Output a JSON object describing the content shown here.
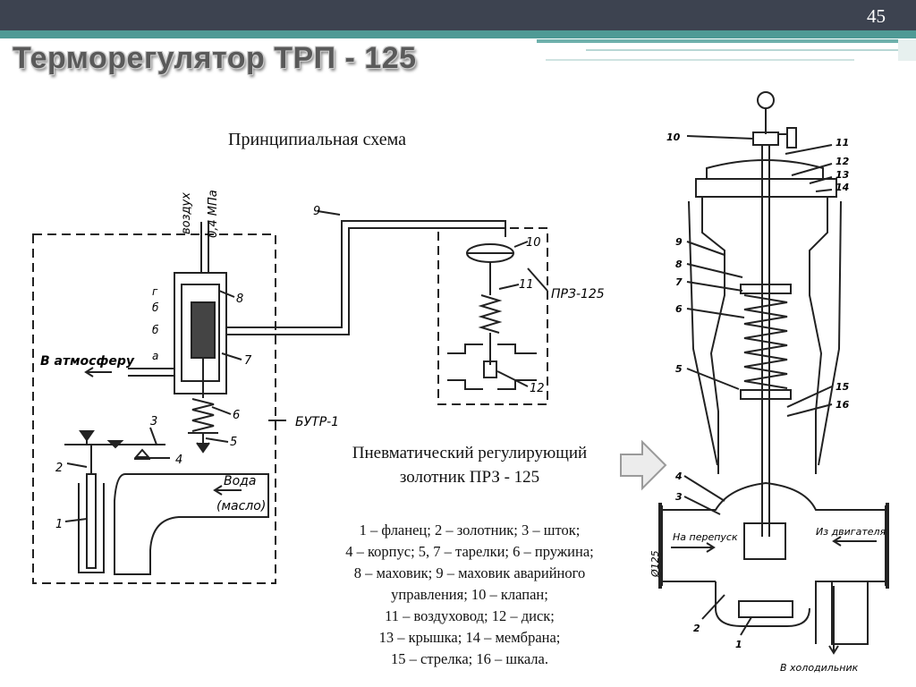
{
  "slide": {
    "page_number": "45",
    "title": "Терморегулятор ТРП - 125",
    "subtitle": "Принципиальная схема",
    "right_caption_lines": [
      "Пневматический регулирующий",
      "золотник ПРЗ - 125"
    ],
    "legend_lines": [
      "1 – фланец; 2 – золотник; 3 – шток;",
      "4 – корпус; 5, 7 – тарелки; 6 – пружина;",
      "8 – маховик; 9 – маховик аварийного",
      "управления; 10 – клапан;",
      "11 – воздуховод; 12 – диск;",
      "13 – крышка; 14 – мембрана;",
      "15 – стрелка; 16 – шкала."
    ]
  },
  "left_diagram": {
    "air_label_1": "воздух",
    "air_label_2": "0,4 МПа",
    "atmosphere_label": "В атмосферу",
    "water_label": "Вода",
    "oil_label": "(масло)",
    "butr_label": "БУТР-1",
    "prz_label": "ПРЗ-125",
    "letters": [
      "г",
      "б",
      "б",
      "а"
    ],
    "numbers": [
      "1",
      "2",
      "3",
      "4",
      "5",
      "6",
      "7",
      "8",
      "9",
      "10",
      "11",
      "12"
    ]
  },
  "right_diagram": {
    "to_bypass": "На перепуск",
    "from_engine": "Из двигателя",
    "to_cooler": "В холодильник",
    "dimension": "Ø125",
    "numbers": [
      "10",
      "11",
      "12",
      "13",
      "14",
      "9",
      "8",
      "7",
      "6",
      "5",
      "15",
      "16",
      "4",
      "3",
      "2",
      "1"
    ]
  }
}
